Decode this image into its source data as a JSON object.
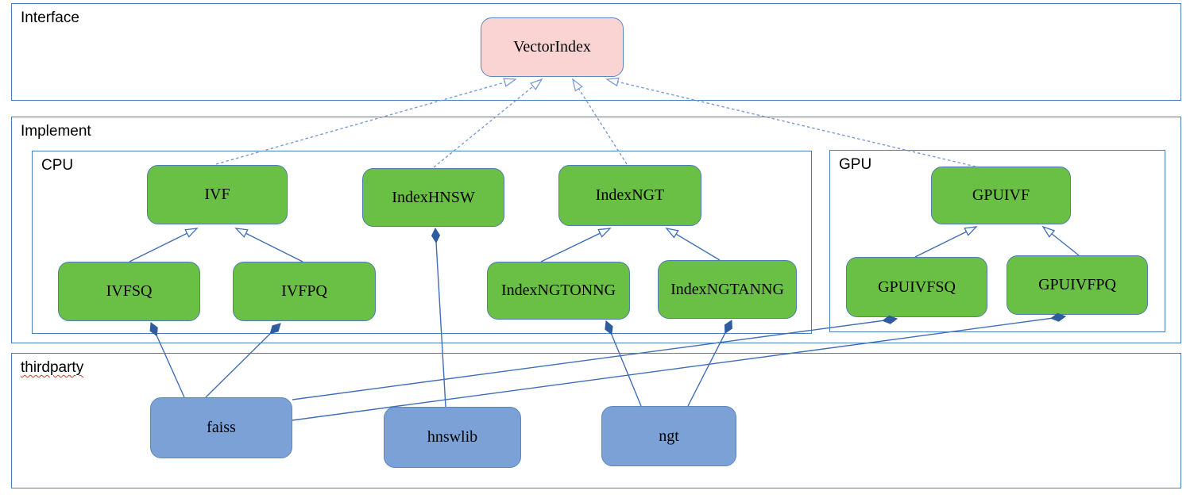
{
  "containers": {
    "interface": {
      "label": "Interface"
    },
    "implement": {
      "label": "Implement"
    },
    "cpu": {
      "label": "CPU"
    },
    "gpu": {
      "label": "GPU"
    },
    "thirdparty": {
      "label": "thirdparty"
    }
  },
  "nodes": {
    "vectorindex": {
      "label": "VectorIndex",
      "kind": "interface"
    },
    "ivf": {
      "label": "IVF",
      "kind": "cpu-class"
    },
    "indexhnsw": {
      "label": "IndexHNSW",
      "kind": "cpu-class"
    },
    "indexngt": {
      "label": "IndexNGT",
      "kind": "cpu-class"
    },
    "gpuivf": {
      "label": "GPUIVF",
      "kind": "gpu-class"
    },
    "ivfsq": {
      "label": "IVFSQ",
      "kind": "cpu-class"
    },
    "ivfpq": {
      "label": "IVFPQ",
      "kind": "cpu-class"
    },
    "indexngtonng": {
      "label": "IndexNGTONNG",
      "kind": "cpu-class"
    },
    "indexngtanng": {
      "label": "IndexNGTANNG",
      "kind": "cpu-class"
    },
    "gpuivfsq": {
      "label": "GPUIVFSQ",
      "kind": "gpu-class"
    },
    "gpuivfpq": {
      "label": "GPUIVFPQ",
      "kind": "gpu-class"
    },
    "faiss": {
      "label": "faiss",
      "kind": "thirdparty-lib"
    },
    "hnswlib": {
      "label": "hnswlib",
      "kind": "thirdparty-lib"
    },
    "ngt": {
      "label": "ngt",
      "kind": "thirdparty-lib"
    }
  },
  "edges": [
    {
      "from": "IVF",
      "to": "VectorIndex",
      "type": "realization-dashed-hollow-arrow"
    },
    {
      "from": "IndexHNSW",
      "to": "VectorIndex",
      "type": "realization-dashed-hollow-arrow"
    },
    {
      "from": "IndexNGT",
      "to": "VectorIndex",
      "type": "realization-dashed-hollow-arrow"
    },
    {
      "from": "GPUIVF",
      "to": "VectorIndex",
      "type": "realization-dashed-hollow-arrow"
    },
    {
      "from": "IVFSQ",
      "to": "IVF",
      "type": "inheritance-hollow-arrow"
    },
    {
      "from": "IVFPQ",
      "to": "IVF",
      "type": "inheritance-hollow-arrow"
    },
    {
      "from": "IndexNGTONNG",
      "to": "IndexNGT",
      "type": "inheritance-hollow-arrow"
    },
    {
      "from": "IndexNGTANNG",
      "to": "IndexNGT",
      "type": "inheritance-hollow-arrow"
    },
    {
      "from": "GPUIVFSQ",
      "to": "GPUIVF",
      "type": "inheritance-hollow-arrow"
    },
    {
      "from": "GPUIVFPQ",
      "to": "GPUIVF",
      "type": "inheritance-hollow-arrow"
    },
    {
      "from": "faiss",
      "to": "IVFSQ",
      "type": "composition-filled-diamond"
    },
    {
      "from": "faiss",
      "to": "IVFPQ",
      "type": "composition-filled-diamond"
    },
    {
      "from": "faiss",
      "to": "GPUIVFSQ",
      "type": "composition-filled-diamond"
    },
    {
      "from": "faiss",
      "to": "GPUIVFPQ",
      "type": "composition-filled-diamond"
    },
    {
      "from": "hnswlib",
      "to": "IndexHNSW",
      "type": "composition-filled-diamond"
    },
    {
      "from": "ngt",
      "to": "IndexNGTONNG",
      "type": "composition-filled-diamond"
    },
    {
      "from": "ngt",
      "to": "IndexNGTANNG",
      "type": "composition-filled-diamond"
    }
  ],
  "colors": {
    "node_green_fill": "#6abf45",
    "node_pink_fill": "#f9d4d3",
    "node_blue_fill": "#7ba1d6",
    "node_border": "#5b87c0",
    "container_border": "#4a7ebb",
    "edge_solid": "#3f6eb5",
    "edge_dashed": "#7b9ad5",
    "diamond_fill": "#2e5c9e",
    "misspell_underline": "#e0321e"
  }
}
